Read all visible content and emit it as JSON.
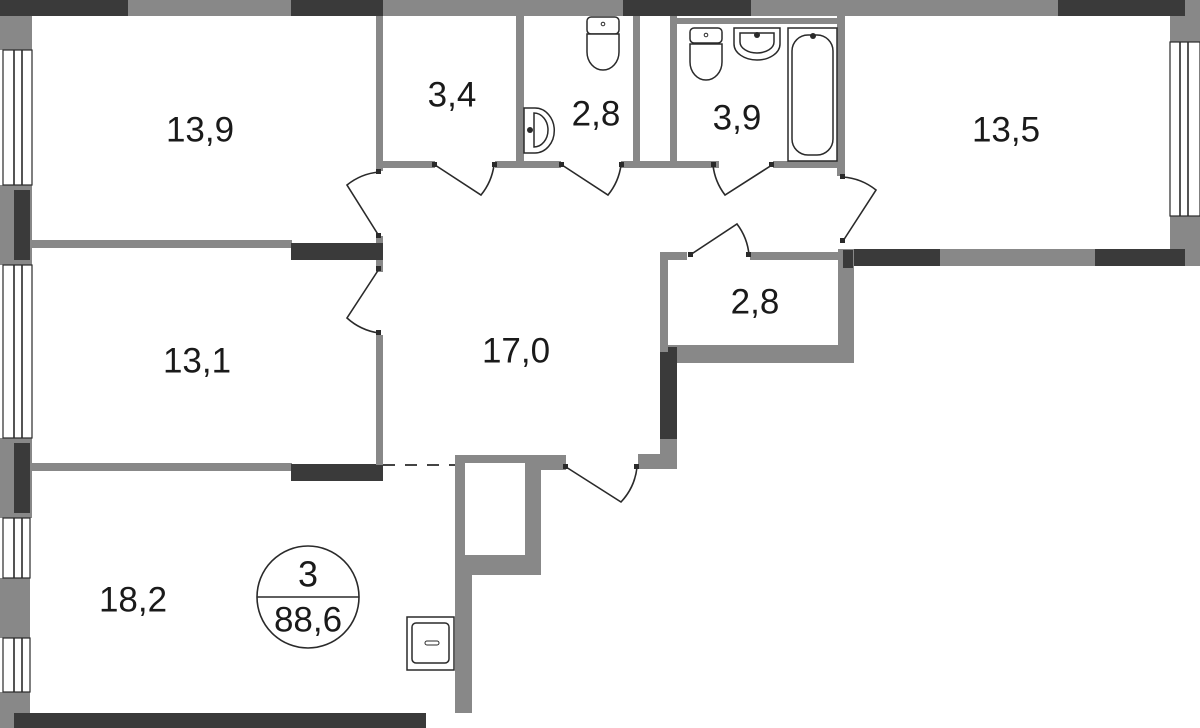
{
  "plan": {
    "type": "apartment-floor-plan",
    "rooms_count": "3",
    "total_area": "88,6",
    "rooms": [
      {
        "id": "bedroom-top-left",
        "area": "13,9"
      },
      {
        "id": "storage",
        "area": "3,4"
      },
      {
        "id": "wc",
        "area": "2,8"
      },
      {
        "id": "bathroom",
        "area": "3,9"
      },
      {
        "id": "bedroom-top-right",
        "area": "13,5"
      },
      {
        "id": "bedroom-middle-left",
        "area": "13,1"
      },
      {
        "id": "hallway",
        "area": "17,0"
      },
      {
        "id": "closet",
        "area": "2,8"
      },
      {
        "id": "living-kitchen",
        "area": "18,2"
      }
    ],
    "colors": {
      "wall_light": "#888888",
      "wall_dark": "#3a3a3a",
      "line": "#2a2a2a",
      "text": "#1a1a1a"
    }
  }
}
